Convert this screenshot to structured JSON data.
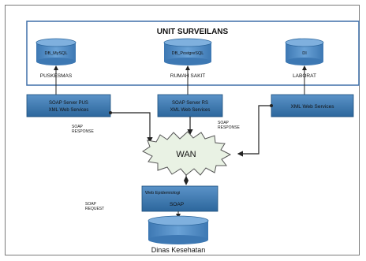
{
  "unit": {
    "title": "UNIT SURVEILANS"
  },
  "databases": [
    {
      "db_label": "DB_MySQL",
      "site_label": "PUSKESMAS"
    },
    {
      "db_label": "DB_PostgreSQL",
      "site_label": "RUMAH SAKIT"
    },
    {
      "db_label": "DI",
      "site_label": "LABORAT"
    }
  ],
  "services": [
    {
      "line1": "SOAP Server PUS",
      "line2": "XML Web Services"
    },
    {
      "line1": "SOAP Server RS",
      "line2": "XML Web Services"
    },
    {
      "line1": "XML Web Services",
      "line2": ""
    }
  ],
  "soap_response_left": {
    "line1": "SOAP",
    "line2": "RESPONSE"
  },
  "soap_response_right": {
    "line1": "SOAP",
    "line2": "RESPONSE"
  },
  "wan": {
    "label": "WAN"
  },
  "epid": {
    "line1": "Web Epidemiologi",
    "line2": "SOAP"
  },
  "soap_request": {
    "line1": "SOAP",
    "line2": "REQUEST"
  },
  "dinas": {
    "label": "Dinas Kesehatan"
  },
  "colors": {
    "box_fill": "#2f6fa6",
    "box_stroke": "#1d4f7c",
    "cylinder_fill": "#4a86c0",
    "unit_border": "#3e6fa8",
    "cloud_fill": "#e9f2e4",
    "text": "#111111"
  }
}
